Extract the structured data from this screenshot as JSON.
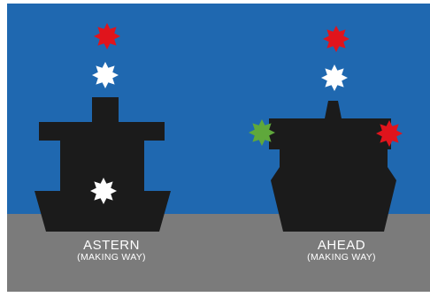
{
  "colors": {
    "sky": "#1f68b0",
    "sea": "#7b7b7b",
    "ship": "#1b1b1b",
    "caption_text": "#ffffff",
    "light_red": "#e0141c",
    "light_white": "#ffffff",
    "light_green": "#5fa83b"
  },
  "vessels": [
    {
      "id": "astern",
      "view": "astern",
      "label": "ASTERN",
      "sublabel": "(MAKING WAY)",
      "lights": [
        {
          "name": "masthead-red-light",
          "color": "red"
        },
        {
          "name": "masthead-white-light",
          "color": "white"
        },
        {
          "name": "stern-white-light",
          "color": "white"
        }
      ]
    },
    {
      "id": "ahead",
      "view": "ahead",
      "label": "AHEAD",
      "sublabel": "(MAKING WAY)",
      "lights": [
        {
          "name": "masthead-red-light",
          "color": "red"
        },
        {
          "name": "masthead-white-light",
          "color": "white"
        },
        {
          "name": "starboard-green-light",
          "color": "green"
        },
        {
          "name": "port-red-light",
          "color": "red"
        }
      ]
    }
  ]
}
